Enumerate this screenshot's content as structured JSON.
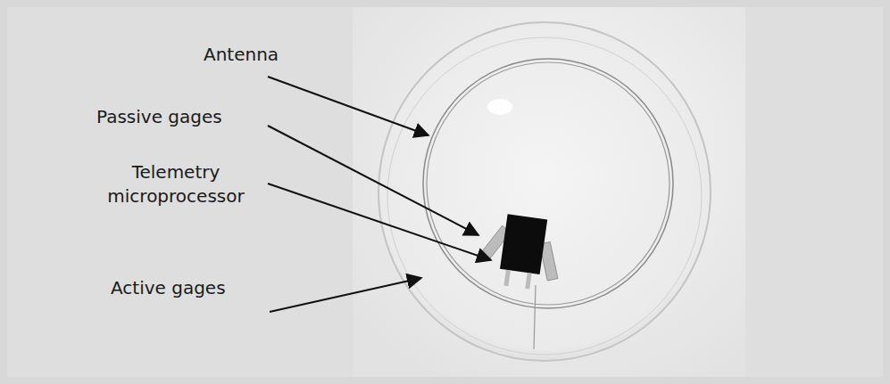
{
  "diagram": {
    "labels": [
      "Antenna",
      "Passive gages",
      "Telemetry microprocessor",
      "Active gages"
    ]
  }
}
